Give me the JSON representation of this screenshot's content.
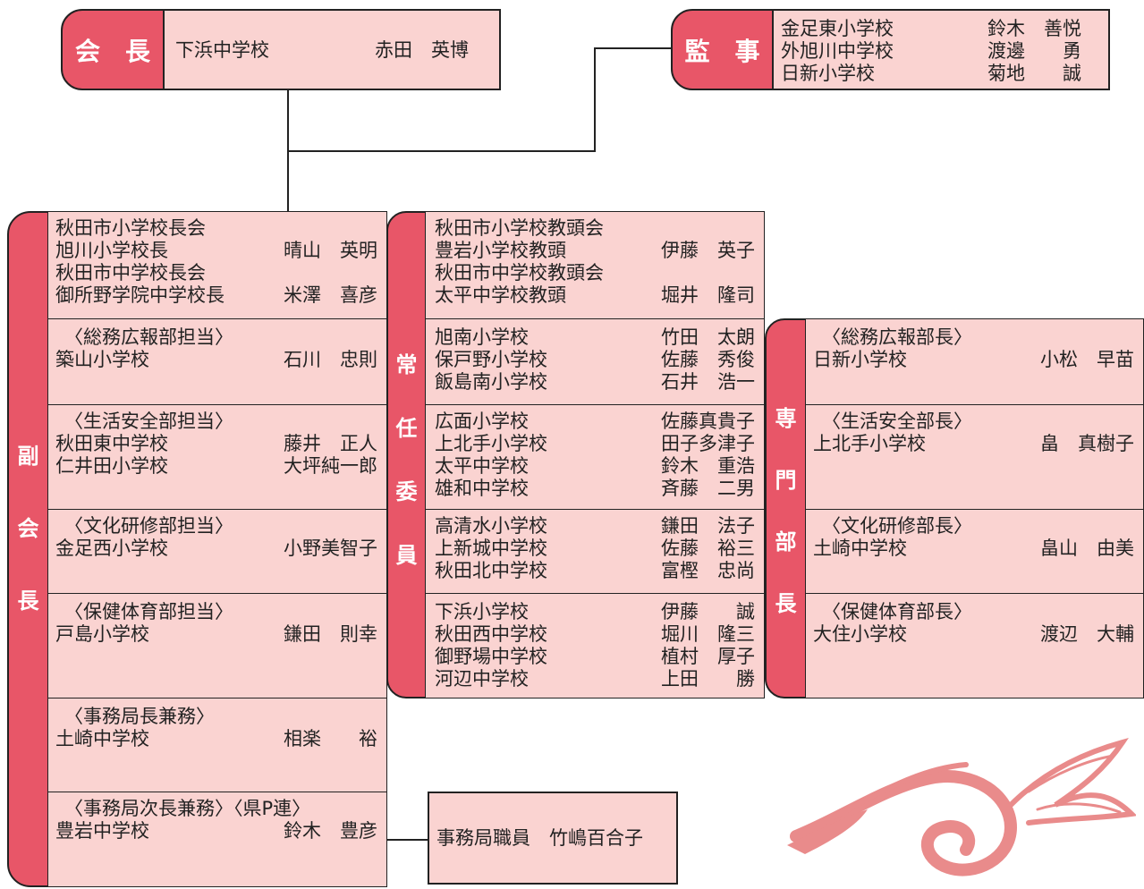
{
  "president": {
    "label": "会　長",
    "school": "下浜中学校",
    "name": "赤田　英博"
  },
  "auditor": {
    "label": "監　事",
    "members": [
      {
        "school": "金足東小学校",
        "name": "鈴木　善悦"
      },
      {
        "school": "外旭川中学校",
        "name": "渡邊　　勇"
      },
      {
        "school": "日新小学校",
        "name": "菊地　　誠"
      }
    ]
  },
  "vice": {
    "label": [
      "副",
      "会",
      "長"
    ],
    "top": [
      {
        "school": "秋田市小学校長会",
        "name": ""
      },
      {
        "school": "旭川小学校長",
        "name": "晴山　英明"
      },
      {
        "school": "秋田市中学校長会",
        "name": ""
      },
      {
        "school": "御所野学院中学校長",
        "name": "米澤　喜彦"
      }
    ],
    "groups": [
      {
        "title": "〈総務広報部担当〉",
        "rows": [
          {
            "school": "築山小学校",
            "name": "石川　忠則"
          }
        ]
      },
      {
        "title": "〈生活安全部担当〉",
        "rows": [
          {
            "school": "秋田東中学校",
            "name": "藤井　正人"
          },
          {
            "school": "仁井田小学校",
            "name": "大坪純一郎"
          }
        ]
      },
      {
        "title": "〈文化研修部担当〉",
        "rows": [
          {
            "school": "金足西小学校",
            "name": "小野美智子"
          }
        ]
      },
      {
        "title": "〈保健体育部担当〉",
        "rows": [
          {
            "school": "戸島小学校",
            "name": "鎌田　則幸"
          }
        ]
      },
      {
        "title": "〈事務局長兼務〉",
        "rows": [
          {
            "school": "土崎中学校",
            "name": "相楽　　裕"
          }
        ]
      },
      {
        "title": "〈事務局次長兼務〉〈県P連〉",
        "rows": [
          {
            "school": "豊岩中学校",
            "name": "鈴木　豊彦"
          }
        ]
      }
    ]
  },
  "standing": {
    "label": [
      "常",
      "任",
      "委",
      "員"
    ],
    "top": [
      {
        "school": "秋田市小学校教頭会",
        "name": ""
      },
      {
        "school": "豊岩小学校教頭",
        "name": "伊藤　英子"
      },
      {
        "school": "秋田市中学校教頭会",
        "name": ""
      },
      {
        "school": "太平中学校教頭",
        "name": "堀井　隆司"
      }
    ],
    "groups": [
      [
        {
          "school": "旭南小学校",
          "name": "竹田　太朗"
        },
        {
          "school": "保戸野小学校",
          "name": "佐藤　秀俊"
        },
        {
          "school": "飯島南小学校",
          "name": "石井　浩一"
        }
      ],
      [
        {
          "school": "広面小学校",
          "name": "佐藤真貴子"
        },
        {
          "school": "上北手小学校",
          "name": "田子多津子"
        },
        {
          "school": "太平中学校",
          "name": "鈴木　重浩"
        },
        {
          "school": "雄和中学校",
          "name": "斉藤　二男"
        }
      ],
      [
        {
          "school": "高清水小学校",
          "name": "鎌田　法子"
        },
        {
          "school": "上新城中学校",
          "name": "佐藤　裕三"
        },
        {
          "school": "秋田北中学校",
          "name": "富樫　忠尚"
        }
      ],
      [
        {
          "school": "下浜小学校",
          "name": "伊藤　　誠"
        },
        {
          "school": "秋田西中学校",
          "name": "堀川　隆三"
        },
        {
          "school": "御野場中学校",
          "name": "植村　厚子"
        },
        {
          "school": "河辺中学校",
          "name": "上田　　勝"
        }
      ]
    ]
  },
  "dept": {
    "label": [
      "専",
      "門",
      "部",
      "長"
    ],
    "groups": [
      {
        "title": "〈総務広報部長〉",
        "school": "日新小学校",
        "name": "小松　早苗"
      },
      {
        "title": "〈生活安全部長〉",
        "school": "上北手小学校",
        "name": "畠　真樹子"
      },
      {
        "title": "〈文化研修部長〉",
        "school": "土崎中学校",
        "name": "畠山　由美"
      },
      {
        "title": "〈保健体育部長〉",
        "school": "大住小学校",
        "name": "渡辺　大輔"
      }
    ]
  },
  "staff": {
    "text": "事務局職員　竹嶋百合子"
  },
  "colors": {
    "label": "#e85668",
    "cell": "#fad3d1",
    "ornament": "#e98b8b"
  }
}
